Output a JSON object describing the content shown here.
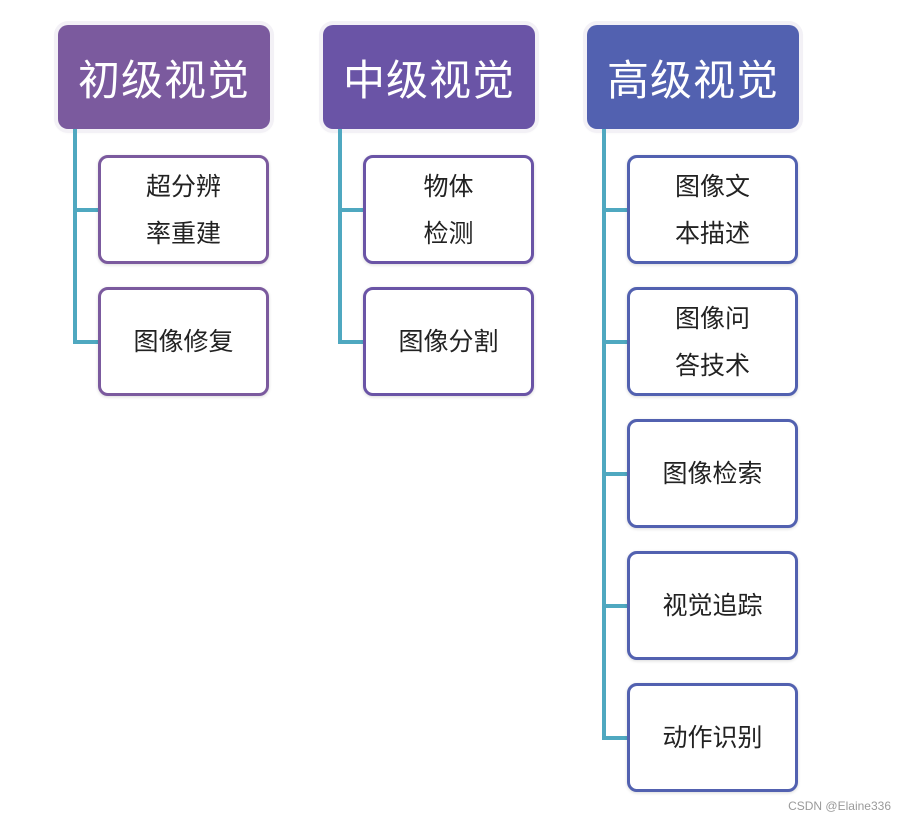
{
  "columns": [
    {
      "title": "初级视觉",
      "color": "#7b5a9e",
      "border_color": "#7b5a9e",
      "children": [
        {
          "lines": [
            "超分辨",
            "率重建"
          ]
        },
        {
          "lines": [
            "图像修复"
          ]
        }
      ]
    },
    {
      "title": "中级视觉",
      "color": "#6a54a6",
      "border_color": "#6a54a6",
      "children": [
        {
          "lines": [
            "物体",
            "检测"
          ]
        },
        {
          "lines": [
            "图像分割"
          ]
        }
      ]
    },
    {
      "title": "高级视觉",
      "color": "#5261b0",
      "border_color": "#5261b0",
      "children": [
        {
          "lines": [
            "图像文",
            "本描述"
          ]
        },
        {
          "lines": [
            "图像问",
            "答技术"
          ]
        },
        {
          "lines": [
            "图像检索"
          ]
        },
        {
          "lines": [
            "视觉追踪"
          ]
        },
        {
          "lines": [
            "动作识别"
          ]
        }
      ]
    }
  ],
  "connector_color": "#4fa8c0",
  "watermark": "CSDN @Elaine336"
}
